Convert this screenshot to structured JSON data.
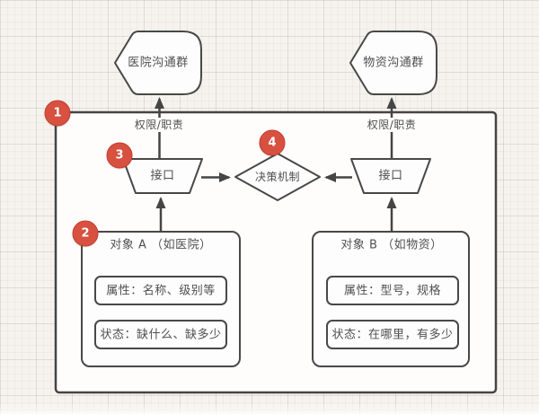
{
  "canvas": {
    "bg": "#f6f3ee",
    "grid_minor": "#edebe7",
    "grid_major": "#e1dfda"
  },
  "colors": {
    "badge": "#d8503f",
    "badge_border": "#c2402f",
    "line": "#454545",
    "text": "#4f4f4f",
    "shape_fill": "#fdfdfd"
  },
  "nodes": {
    "group_a": "医院沟通群",
    "group_b": "物资沟通群",
    "interface_a": "接口",
    "interface_b": "接口",
    "decision": "决策机制"
  },
  "edges": {
    "label_a": "权限/职责",
    "label_b": "权限/职责"
  },
  "badges": {
    "b1": "1",
    "b2": "2",
    "b3": "3",
    "b4": "4"
  },
  "object_a": {
    "title": "对象 A （如医院）",
    "attribute": "属性：名称、级别等",
    "state": "状态：缺什么、缺多少"
  },
  "object_b": {
    "title": "对象 B （如物资）",
    "attribute": "属性：型号，规格",
    "state": "状态：在哪里，有多少"
  }
}
